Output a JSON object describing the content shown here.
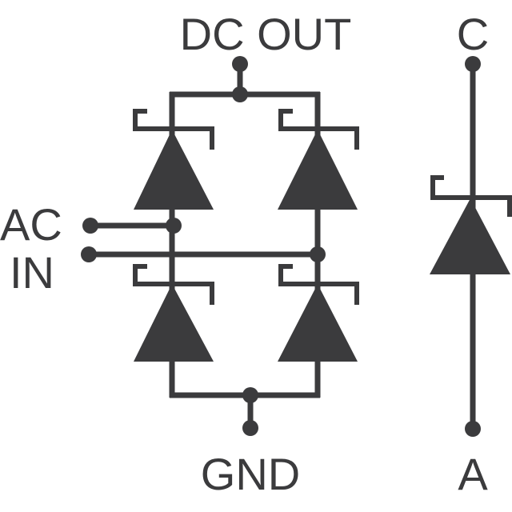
{
  "colors": {
    "ink": "#3b3b3d",
    "background": "#ffffff"
  },
  "labels": {
    "dc_out": "DC OUT",
    "ac_in_line1": "AC",
    "ac_in_line2": "IN",
    "gnd": "GND",
    "cathode": "C",
    "anode": "A"
  }
}
